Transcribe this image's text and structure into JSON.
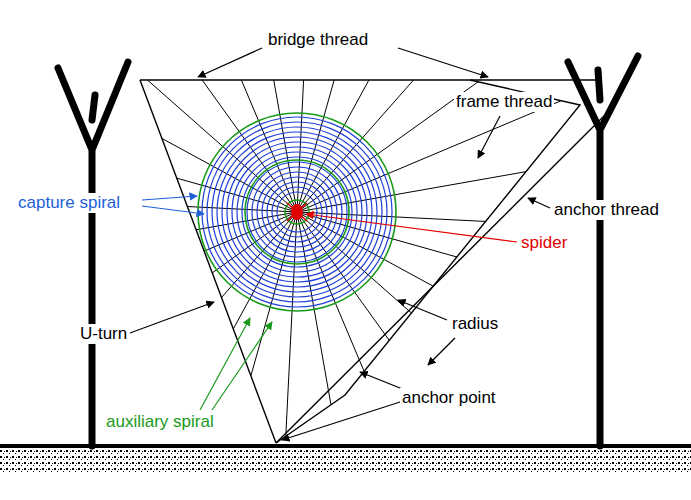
{
  "diagram": {
    "labels": [
      "bridge thread",
      "frame thread",
      "capture spiral",
      "anchor thread",
      "spider",
      "radius",
      "U-turn",
      "auxiliary spiral",
      "anchor point"
    ]
  }
}
